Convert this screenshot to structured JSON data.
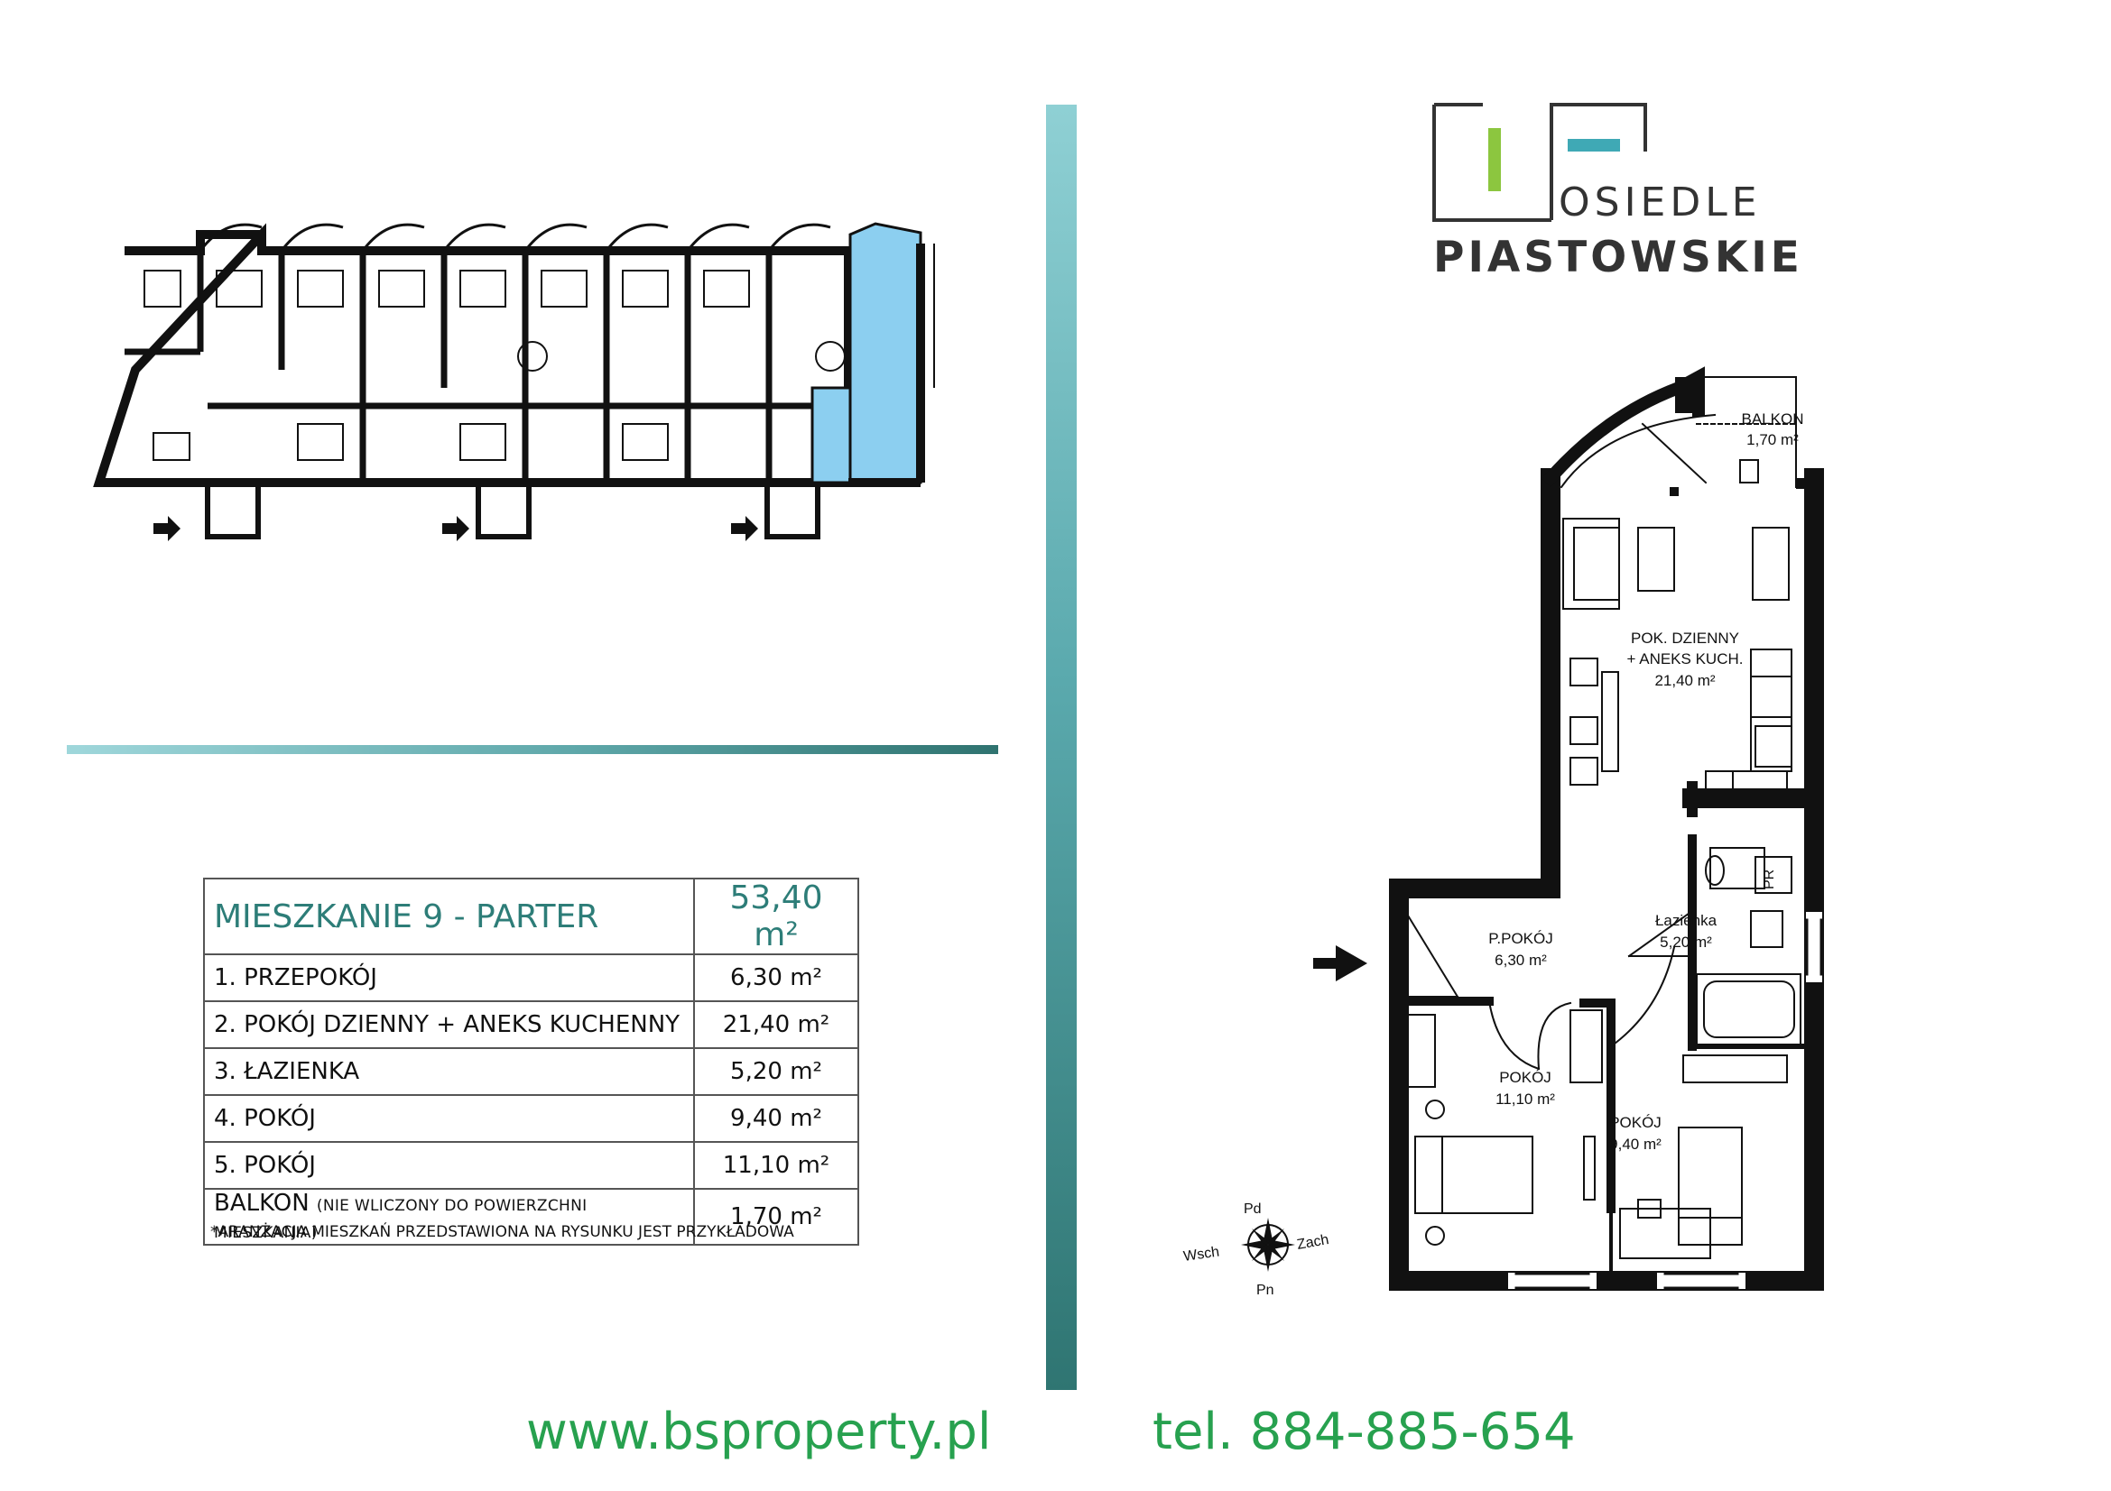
{
  "brand": {
    "name_line1": "OSIEDLE",
    "name_line2": "PIASTOWSKIE",
    "accent_green": "#8cc63f",
    "accent_teal": "#3fa9b5"
  },
  "unit": {
    "title": "MIESZKANIE 9 - PARTER",
    "total_area": "53,40 m²",
    "rooms": [
      {
        "label": "1. PRZEPOKÓJ",
        "area": "6,30 m²"
      },
      {
        "label": "2. POKÓJ DZIENNY + ANEKS KUCHENNY",
        "area": "21,40 m²"
      },
      {
        "label": "3. ŁAZIENKA",
        "area": "5,20 m²"
      },
      {
        "label": "4. POKÓJ",
        "area": "9,40 m²"
      },
      {
        "label": "5. POKÓJ",
        "area": "11,10 m²"
      }
    ],
    "balcony": {
      "label": "BALKON",
      "note": "(NIE WLICZONY DO POWIERZCHNI MIESZKANIA)",
      "area": "1,70 m²"
    },
    "footnote": "*ARANŻACJA MIESZKAŃ PRZEDSTAWIONA NA RYSUNKU JEST PRZYKŁADOWA"
  },
  "plan_labels": {
    "balkon": "BALKON",
    "balkon_area": "1,70 m²",
    "living_l1": "POK. DZIENNY",
    "living_l2": "+ ANEKS KUCH.",
    "living_area": "21,40 m²",
    "hall": "P.POKÓJ",
    "hall_area": "6,30 m²",
    "bath": "Łazienka",
    "bath_area": "5,20 m²",
    "room5": "POKÓJ",
    "room5_area": "11,10 m²",
    "room4": "POKÓJ",
    "room4_area": "9,40 m²",
    "pr": "PR"
  },
  "compass": {
    "n": "Pd",
    "e": "Zach",
    "s": "Pn",
    "w": "Wsch"
  },
  "footer": {
    "website": "www.bsproperty.pl",
    "phone": "tel.  884-885-654"
  },
  "highlight_color": "#8ccff0"
}
